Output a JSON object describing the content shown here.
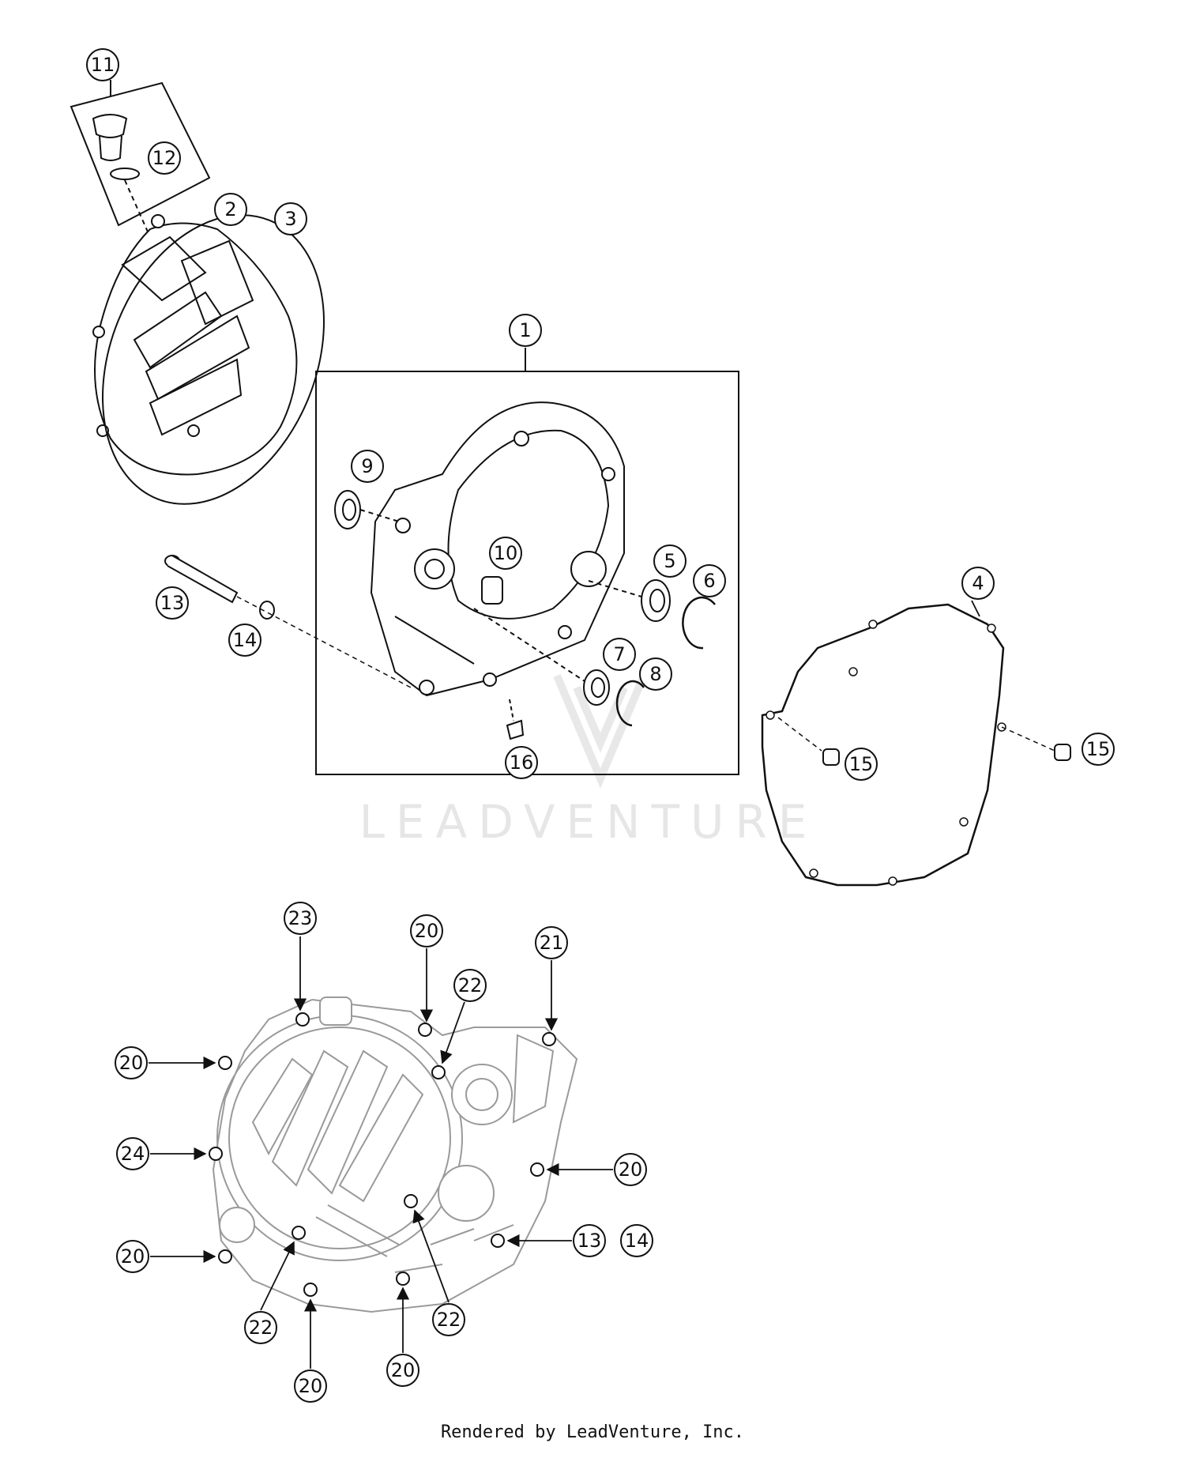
{
  "watermark": "LEADVENTURE",
  "footer": {
    "credit": "Rendered by LeadVenture, Inc."
  },
  "callouts": [
    {
      "id": "c1",
      "label": "1"
    },
    {
      "id": "c2",
      "label": "2"
    },
    {
      "id": "c3",
      "label": "3"
    },
    {
      "id": "c4",
      "label": "4"
    },
    {
      "id": "c5",
      "label": "5"
    },
    {
      "id": "c6",
      "label": "6"
    },
    {
      "id": "c7",
      "label": "7"
    },
    {
      "id": "c8",
      "label": "8"
    },
    {
      "id": "c9",
      "label": "9"
    },
    {
      "id": "c10",
      "label": "10"
    },
    {
      "id": "c11",
      "label": "11"
    },
    {
      "id": "c12",
      "label": "12"
    },
    {
      "id": "c13",
      "label": "13"
    },
    {
      "id": "c14",
      "label": "14"
    },
    {
      "id": "c15a",
      "label": "15"
    },
    {
      "id": "c15b",
      "label": "15"
    },
    {
      "id": "c16",
      "label": "16"
    },
    {
      "id": "c23",
      "label": "23"
    },
    {
      "id": "c20a",
      "label": "20"
    },
    {
      "id": "c22a",
      "label": "22"
    },
    {
      "id": "c21",
      "label": "21"
    },
    {
      "id": "c20b",
      "label": "20"
    },
    {
      "id": "c24",
      "label": "24"
    },
    {
      "id": "c20c",
      "label": "20"
    },
    {
      "id": "c13b",
      "label": "13"
    },
    {
      "id": "c14b",
      "label": "14"
    },
    {
      "id": "c20d",
      "label": "20"
    },
    {
      "id": "c22b",
      "label": "22"
    },
    {
      "id": "c22c",
      "label": "22"
    },
    {
      "id": "c20e",
      "label": "20"
    },
    {
      "id": "c20f",
      "label": "20"
    }
  ]
}
